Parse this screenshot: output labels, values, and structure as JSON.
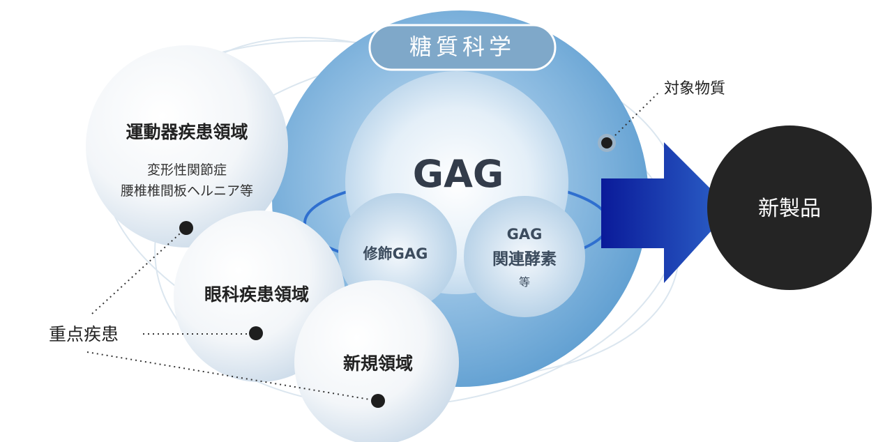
{
  "science_label": "糖質科学",
  "core": {
    "title": "GAG",
    "modified": "修飾GAG",
    "enzyme_line1": "GAG",
    "enzyme_line2": "関連酵素",
    "enzyme_suffix": "等"
  },
  "target_label": "対象物質",
  "new_product": "新製品",
  "focus_label": "重点疾患",
  "areas": {
    "locomotor": {
      "title": "運動器疾患領域",
      "detail1": "変形性関節症",
      "detail2": "腰椎椎間板ヘルニア等"
    },
    "ophthalmic": {
      "title": "眼科疾患領域"
    },
    "new_field": {
      "title": "新規領域"
    }
  },
  "colors": {
    "sphere": "#6aa6d4",
    "arrow": "#1634a8",
    "product": "#242424",
    "orbit": "#2f6fcf",
    "dot": "#1e1e1e"
  }
}
